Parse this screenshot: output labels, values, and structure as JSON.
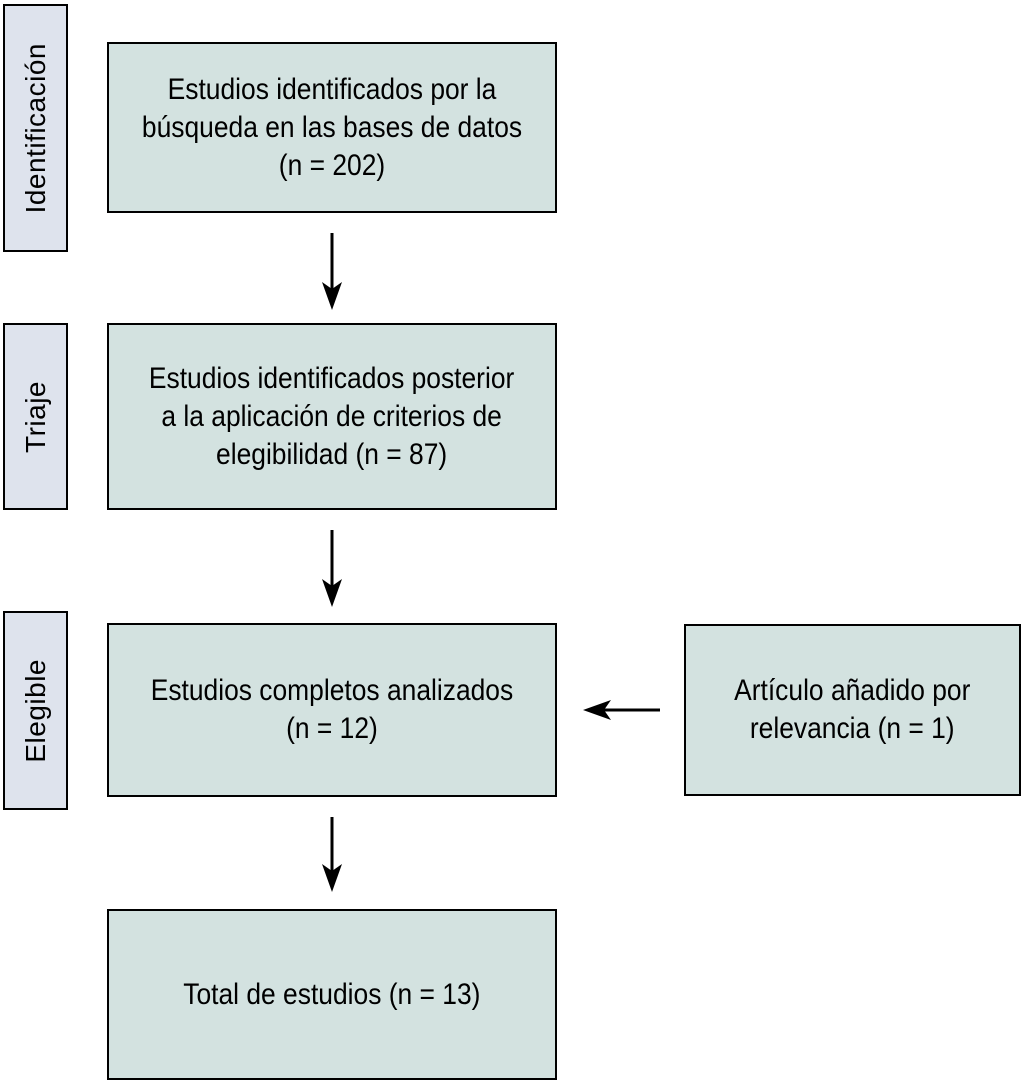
{
  "diagram": {
    "title": "PRISMA-style study selection flow diagram (Spanish)",
    "stage_labels": [
      {
        "id": "identification",
        "label": "Identificación"
      },
      {
        "id": "triage",
        "label": "Triaje"
      },
      {
        "id": "eligible",
        "label": "Elegible"
      }
    ],
    "boxes": [
      {
        "id": "identified",
        "n": 202,
        "lines": [
          "Estudios identificados por la",
          "búsqueda en las bases de datos",
          "(n = 202)"
        ]
      },
      {
        "id": "screened",
        "n": 87,
        "lines": [
          "Estudios identificados posterior",
          "a la aplicación de criterios de",
          "elegibilidad (n = 87)"
        ]
      },
      {
        "id": "analyzed",
        "n": 12,
        "lines": [
          "Estudios completos analizados",
          "(n = 12)"
        ]
      },
      {
        "id": "added-article",
        "n": 1,
        "lines": [
          "Artículo añadido por",
          "relevancia (n = 1)"
        ]
      },
      {
        "id": "total",
        "n": 13,
        "lines": [
          "Total de estudios (n = 13)"
        ]
      }
    ],
    "colors": {
      "box_fill": "#d3e2e0",
      "label_fill": "#dee3ed",
      "border": "#000000",
      "arrow": "#000000"
    }
  }
}
